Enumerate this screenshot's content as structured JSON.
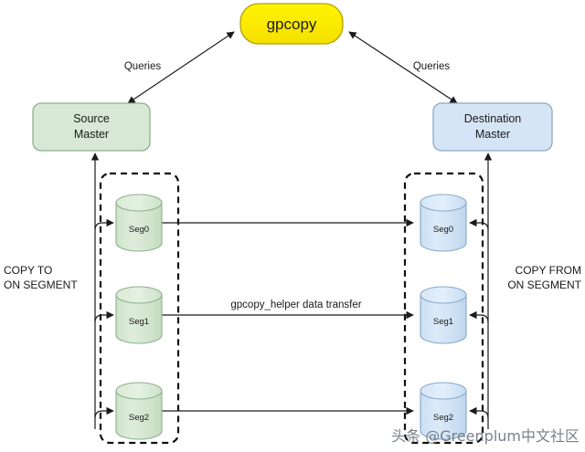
{
  "diagram": {
    "title_node": {
      "label": "gpcopy",
      "fill": "#ffe800",
      "stroke": "#b3a100"
    },
    "nodes": [
      {
        "id": "source-master",
        "label_line1": "Source",
        "label_line2": "Master",
        "fill": "#d7e8d4",
        "stroke": "#8fb08c"
      },
      {
        "id": "destination-master",
        "label_line1": "Destination",
        "label_line2": "Master",
        "fill": "#d6e5f5",
        "stroke": "#8aa9c8"
      }
    ],
    "source_segments": [
      {
        "label": "Seg0"
      },
      {
        "label": "Seg1"
      },
      {
        "label": "Seg2"
      }
    ],
    "destination_segments": [
      {
        "label": "Seg0"
      },
      {
        "label": "Seg1"
      },
      {
        "label": "Seg2"
      }
    ],
    "edge_labels": {
      "queries_left": "Queries",
      "queries_right": "Queries",
      "data_transfer": "gpcopy_helper data transfer"
    },
    "side_labels": {
      "left_line1": "COPY TO",
      "left_line2": "ON SEGMENT",
      "right_line1": "COPY FROM",
      "right_line2": "ON SEGMENT"
    },
    "colors": {
      "source_fill": "#d7e8d4",
      "source_stroke": "#8fb08c",
      "destination_fill": "#d6e5f5",
      "destination_stroke": "#8aa9c8",
      "accent_yellow": "#ffe800",
      "line": "#1a1a1a",
      "background": "#ffffff"
    },
    "watermark": "头条 @Greenplum中文社区"
  }
}
